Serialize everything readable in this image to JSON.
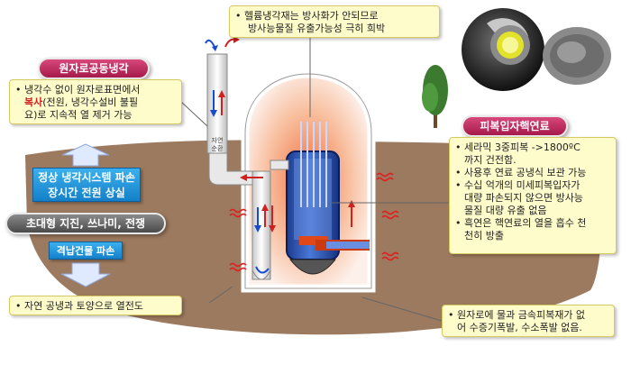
{
  "helium_note": {
    "bullet": "•",
    "line1": "헬륨냉각재는 방사화가 안되므로",
    "line2": "방사능물질 유출가능성 극히 희박"
  },
  "passive_cooling": {
    "label": "원자로공동냉각"
  },
  "radiation_note": {
    "bullet": "•",
    "line1": "냉각수 없이 원자로표면에서",
    "line2_red": "복사",
    "line2_rest": "(전원, 냉각수설비 불필",
    "line3": "요)로 지속적 열 제거 가능"
  },
  "fuel_label": "피복입자핵연료",
  "fuel_note": {
    "items": [
      {
        "bullet": "•",
        "lines": [
          "세라믹 3중피복 ->1800ºC",
          "까지 건전함."
        ]
      },
      {
        "bullet": "•",
        "lines": [
          "사용후 연료 공냉식 보관 가능"
        ]
      },
      {
        "bullet": "•",
        "lines": [
          "수십 억개의 미세피복입자가",
          "대량 파손되지 않으면  방사능",
          "물질 대량 유출 없음"
        ]
      },
      {
        "bullet": "•",
        "lines": [
          "흑연은 핵연료의 열을 흡수 천",
          "천히 방출"
        ]
      }
    ]
  },
  "cooling_loss_box": {
    "line1": "정상 냉각시스템 파손",
    "line2": "장시간 전원 상실"
  },
  "disaster_pill": "초대형 지진, 쓰나미, 전쟁",
  "containment_box": "격납건물 파손",
  "bottom_left_note": {
    "bullet": "•",
    "text": "자연 공냉과 토양으로 열전도"
  },
  "bottom_right_note": {
    "bullet": "•",
    "line1": "원자로에 물과 금속피복재가 없",
    "line2": "어 수증기폭발, 수소폭발 없음."
  },
  "chimney_label": {
    "line1": "자연",
    "line2": "순환"
  },
  "colors": {
    "ground": "#9c7a5f",
    "blue_box": "#1a8ad6",
    "pill_red": "#c0285e",
    "note_bg": "#fffccc",
    "bullet_red": "#d02020"
  }
}
